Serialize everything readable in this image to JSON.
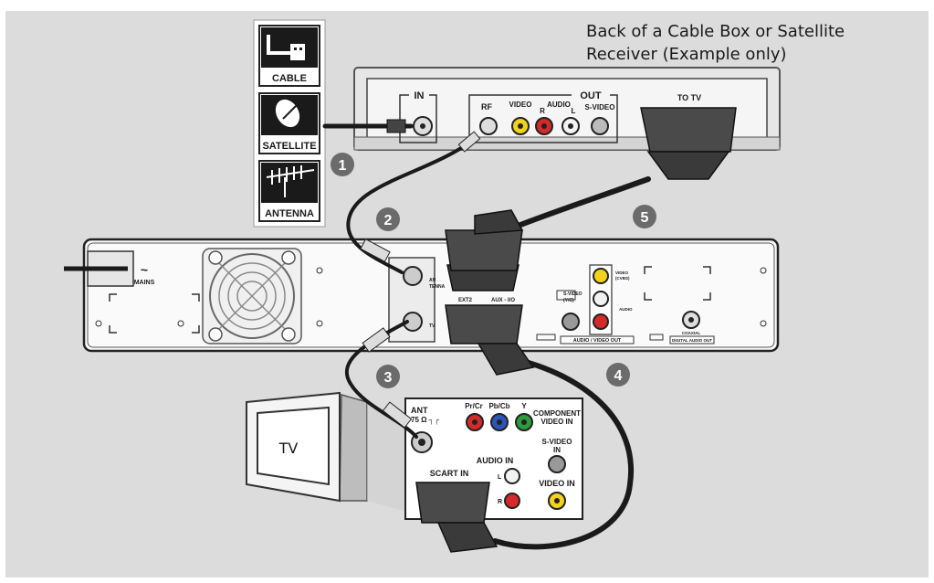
{
  "caption": [
    "Back of a Cable Box or Satellite",
    "Receiver (Example only)"
  ],
  "sources": {
    "cable": "CABLE",
    "satellite": "SATELLITE",
    "antenna": "ANTENNA"
  },
  "cable_box": {
    "in": "IN",
    "out": "OUT",
    "rf": "RF",
    "video": "VIDEO",
    "audio": "AUDIO",
    "r": "R",
    "l": "L",
    "s_video": "S-VIDEO",
    "to_tv": "TO TV"
  },
  "recorder": {
    "mains": "MAINS",
    "mains_symbol": "~",
    "antenna": [
      "AN",
      "TENNA"
    ],
    "tv": "TV",
    "ext2": "EXT2",
    "aux_io": "AUX - I/O",
    "s_video": "S-VIDEO",
    "y_c": "(Y/C)",
    "video_cvbs": [
      "VIDEO",
      "(CVBS)"
    ],
    "audio": "AUDIO",
    "audio_video_out": "AUDIO  /  VIDEO OUT",
    "coaxial": "COAXIAL",
    "digital_audio_out": "DIGITAL AUDIO OUT"
  },
  "tv": {
    "screen_label": "TV",
    "ant": [
      "ANT",
      "75 Ω ┐┌"
    ],
    "pr_cr": "Pr/Cr",
    "pb_cb": "Pb/Cb",
    "y": "Y",
    "component": [
      "COMPONENT",
      "VIDEO IN"
    ],
    "s_video": [
      "S-VIDEO",
      "IN"
    ],
    "scart_in": "SCART IN",
    "audio_in": "AUDIO IN",
    "l": "L",
    "r": "R",
    "video_in": "VIDEO IN"
  },
  "steps": [
    "1",
    "2",
    "3",
    "4",
    "5"
  ],
  "colors": {
    "background": "#dcdcdc",
    "panel": "#ececec",
    "cable": "#1a1a1a",
    "step_badge": "#6b6b6b",
    "yellow": "#f2d21b",
    "red": "#d42a2a",
    "white_jack": "#f2f2f2",
    "green": "#2e9a3e",
    "blue": "#2b56b8",
    "scart": "#4a4a4a"
  }
}
